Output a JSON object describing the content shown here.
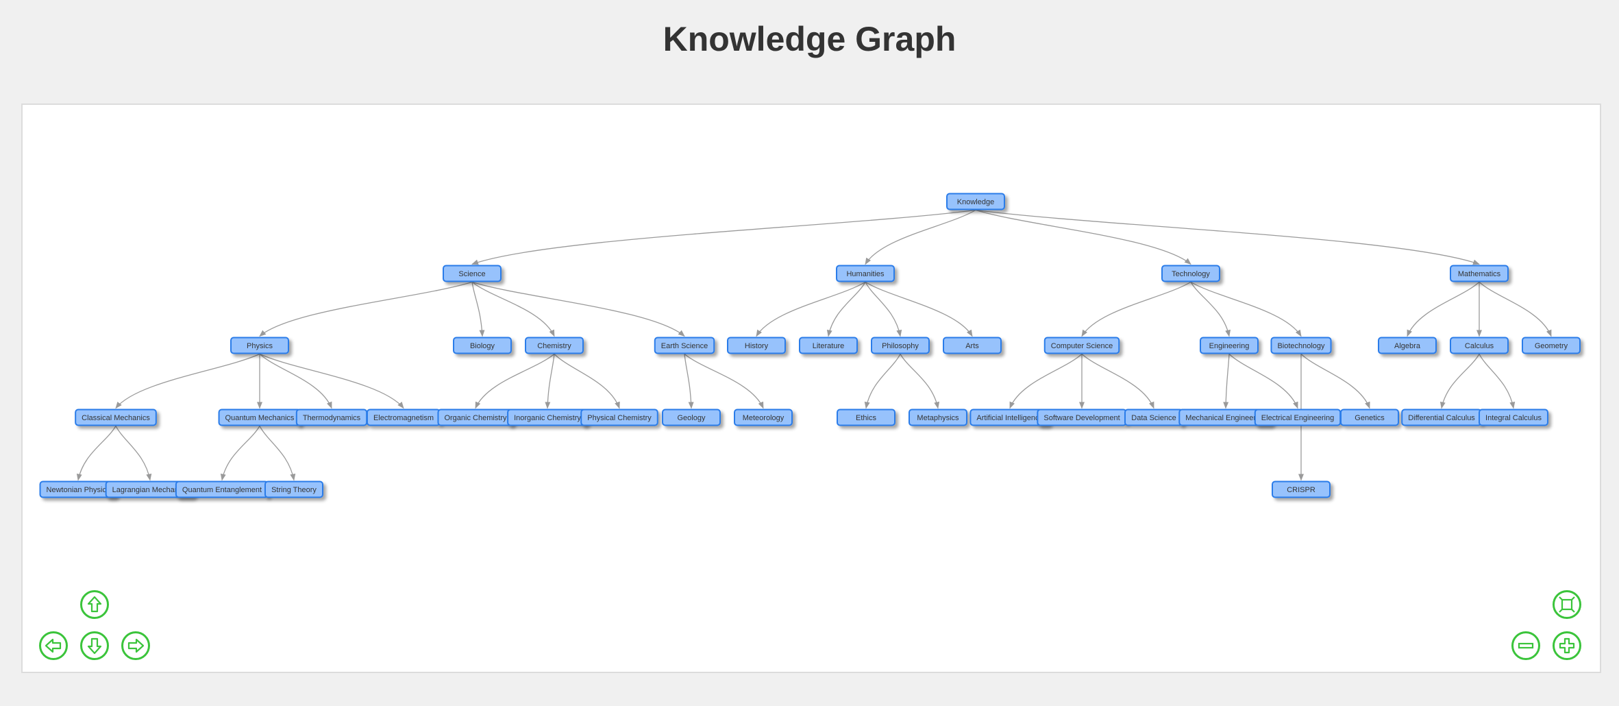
{
  "page": {
    "title": "Knowledge Graph"
  },
  "colors": {
    "background": "#f0f0f0",
    "canvas": "#ffffff",
    "node_fill": "#97c2fc",
    "node_border": "#2b7ce9",
    "edge": "#9a9a9a",
    "nav_button": "#3bc43b"
  },
  "graph": {
    "nodes": [
      {
        "id": "knowledge",
        "label": "Knowledge"
      },
      {
        "id": "science",
        "label": "Science"
      },
      {
        "id": "humanities",
        "label": "Humanities"
      },
      {
        "id": "technology",
        "label": "Technology"
      },
      {
        "id": "mathematics",
        "label": "Mathematics"
      },
      {
        "id": "physics",
        "label": "Physics"
      },
      {
        "id": "biology",
        "label": "Biology"
      },
      {
        "id": "chemistry",
        "label": "Chemistry"
      },
      {
        "id": "earth-science",
        "label": "Earth Science"
      },
      {
        "id": "history",
        "label": "History"
      },
      {
        "id": "literature",
        "label": "Literature"
      },
      {
        "id": "philosophy",
        "label": "Philosophy"
      },
      {
        "id": "arts",
        "label": "Arts"
      },
      {
        "id": "computer-science",
        "label": "Computer Science"
      },
      {
        "id": "engineering",
        "label": "Engineering"
      },
      {
        "id": "biotechnology",
        "label": "Biotechnology"
      },
      {
        "id": "algebra",
        "label": "Algebra"
      },
      {
        "id": "calculus",
        "label": "Calculus"
      },
      {
        "id": "geometry",
        "label": "Geometry"
      },
      {
        "id": "classical-mechanics",
        "label": "Classical Mechanics"
      },
      {
        "id": "quantum-mechanics",
        "label": "Quantum Mechanics"
      },
      {
        "id": "thermodynamics",
        "label": "Thermodynamics"
      },
      {
        "id": "electromagnetism",
        "label": "Electromagnetism"
      },
      {
        "id": "organic-chemistry",
        "label": "Organic Chemistry"
      },
      {
        "id": "inorganic-chemistry",
        "label": "Inorganic Chemistry"
      },
      {
        "id": "physical-chemistry",
        "label": "Physical Chemistry"
      },
      {
        "id": "geology",
        "label": "Geology"
      },
      {
        "id": "meteorology",
        "label": "Meteorology"
      },
      {
        "id": "ethics",
        "label": "Ethics"
      },
      {
        "id": "metaphysics",
        "label": "Metaphysics"
      },
      {
        "id": "artificial-intelligence",
        "label": "Artificial Intelligence"
      },
      {
        "id": "software-development",
        "label": "Software Development"
      },
      {
        "id": "data-science",
        "label": "Data Science"
      },
      {
        "id": "mechanical-engineering",
        "label": "Mechanical Engineering"
      },
      {
        "id": "electrical-engineering",
        "label": "Electrical Engineering"
      },
      {
        "id": "genetics",
        "label": "Genetics"
      },
      {
        "id": "differential-calculus",
        "label": "Differential Calculus"
      },
      {
        "id": "integral-calculus",
        "label": "Integral Calculus"
      },
      {
        "id": "newtonian-physics",
        "label": "Newtonian Physics"
      },
      {
        "id": "lagrangian-mechanics",
        "label": "Lagrangian Mechanics"
      },
      {
        "id": "quantum-entanglement",
        "label": "Quantum Entanglement"
      },
      {
        "id": "string-theory",
        "label": "String Theory"
      },
      {
        "id": "crispr",
        "label": "CRISPR"
      }
    ],
    "edges": [
      [
        "knowledge",
        "science"
      ],
      [
        "knowledge",
        "humanities"
      ],
      [
        "knowledge",
        "technology"
      ],
      [
        "knowledge",
        "mathematics"
      ],
      [
        "science",
        "physics"
      ],
      [
        "science",
        "biology"
      ],
      [
        "science",
        "chemistry"
      ],
      [
        "science",
        "earth-science"
      ],
      [
        "humanities",
        "history"
      ],
      [
        "humanities",
        "literature"
      ],
      [
        "humanities",
        "philosophy"
      ],
      [
        "humanities",
        "arts"
      ],
      [
        "technology",
        "computer-science"
      ],
      [
        "technology",
        "engineering"
      ],
      [
        "technology",
        "biotechnology"
      ],
      [
        "mathematics",
        "algebra"
      ],
      [
        "mathematics",
        "calculus"
      ],
      [
        "mathematics",
        "geometry"
      ],
      [
        "physics",
        "classical-mechanics"
      ],
      [
        "physics",
        "quantum-mechanics"
      ],
      [
        "physics",
        "thermodynamics"
      ],
      [
        "physics",
        "electromagnetism"
      ],
      [
        "chemistry",
        "organic-chemistry"
      ],
      [
        "chemistry",
        "inorganic-chemistry"
      ],
      [
        "chemistry",
        "physical-chemistry"
      ],
      [
        "earth-science",
        "geology"
      ],
      [
        "earth-science",
        "meteorology"
      ],
      [
        "philosophy",
        "ethics"
      ],
      [
        "philosophy",
        "metaphysics"
      ],
      [
        "computer-science",
        "artificial-intelligence"
      ],
      [
        "computer-science",
        "software-development"
      ],
      [
        "computer-science",
        "data-science"
      ],
      [
        "engineering",
        "mechanical-engineering"
      ],
      [
        "engineering",
        "electrical-engineering"
      ],
      [
        "biotechnology",
        "genetics"
      ],
      [
        "biotechnology",
        "crispr"
      ],
      [
        "calculus",
        "differential-calculus"
      ],
      [
        "calculus",
        "integral-calculus"
      ],
      [
        "classical-mechanics",
        "newtonian-physics"
      ],
      [
        "classical-mechanics",
        "lagrangian-mechanics"
      ],
      [
        "quantum-mechanics",
        "quantum-entanglement"
      ],
      [
        "quantum-mechanics",
        "string-theory"
      ]
    ]
  },
  "navigation": {
    "buttons": [
      {
        "name": "pan-up-button",
        "icon": "arrow-up-icon"
      },
      {
        "name": "pan-left-button",
        "icon": "arrow-left-icon"
      },
      {
        "name": "pan-down-button",
        "icon": "arrow-down-icon"
      },
      {
        "name": "pan-right-button",
        "icon": "arrow-right-icon"
      },
      {
        "name": "zoom-extends-button",
        "icon": "fit-to-screen-icon"
      },
      {
        "name": "zoom-out-button",
        "icon": "minus-icon"
      },
      {
        "name": "zoom-in-button",
        "icon": "plus-icon"
      }
    ]
  }
}
